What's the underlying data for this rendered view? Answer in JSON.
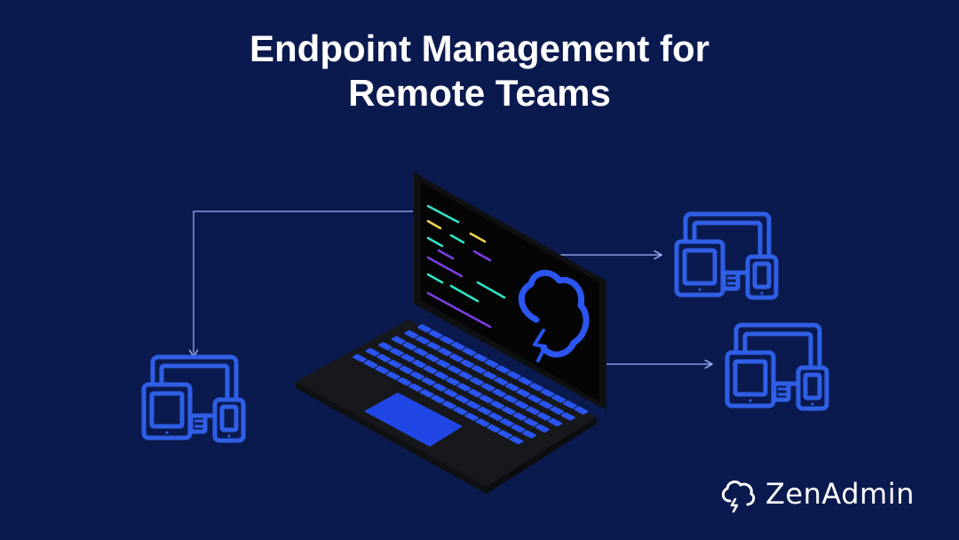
{
  "banner": {
    "title_line1": "Endpoint Management for",
    "title_line2": "Remote Teams"
  },
  "brand": {
    "name": "ZenAdmin",
    "logo_icon": "cloud-lightning-icon"
  },
  "colors": {
    "background": "#0b1a4e",
    "device_outline": "#2f5fe6",
    "connector": "#9fb3ff",
    "laptop_body": "#141517",
    "key": "#2a55f0",
    "code_green": "#2ee6c4",
    "code_yellow": "#f3d34a",
    "code_purple": "#7b3fe0"
  },
  "icons": [
    "laptop-icon",
    "device-group-icon",
    "cloud-lightning-icon",
    "arrow-right-icon"
  ]
}
